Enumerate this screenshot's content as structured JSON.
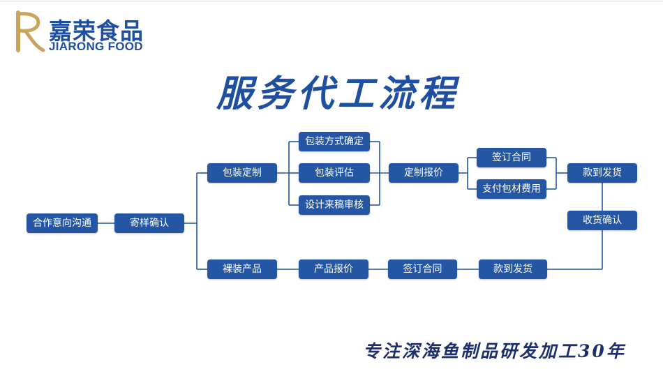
{
  "brand": {
    "name_cn": "嘉荣食品",
    "name_en": "JIARONG FOOD",
    "logo_letter": "R",
    "colors": {
      "primary": "#2456a4",
      "title": "#1f4fa0",
      "logo_gold": "#c9a45c"
    }
  },
  "title": "服务代工流程",
  "slogan": "专注深海鱼制品研发加工30年",
  "nodes": {
    "intent": "合作意向沟通",
    "sample": "寄样确认",
    "custom_pack": "包装定制",
    "pack_method": "包装方式确定",
    "pack_eval": "包装评估",
    "design_review": "设计来稿审核",
    "custom_quote": "定制报价",
    "sign_contract_1": "签订合同",
    "pay_material": "支付包材费用",
    "pay_ship_1": "款到发货",
    "receipt_confirm": "收货确认",
    "bare_product": "裸装产品",
    "product_quote": "产品报价",
    "sign_contract_2": "签订合同",
    "pay_ship_2": "款到发货"
  }
}
